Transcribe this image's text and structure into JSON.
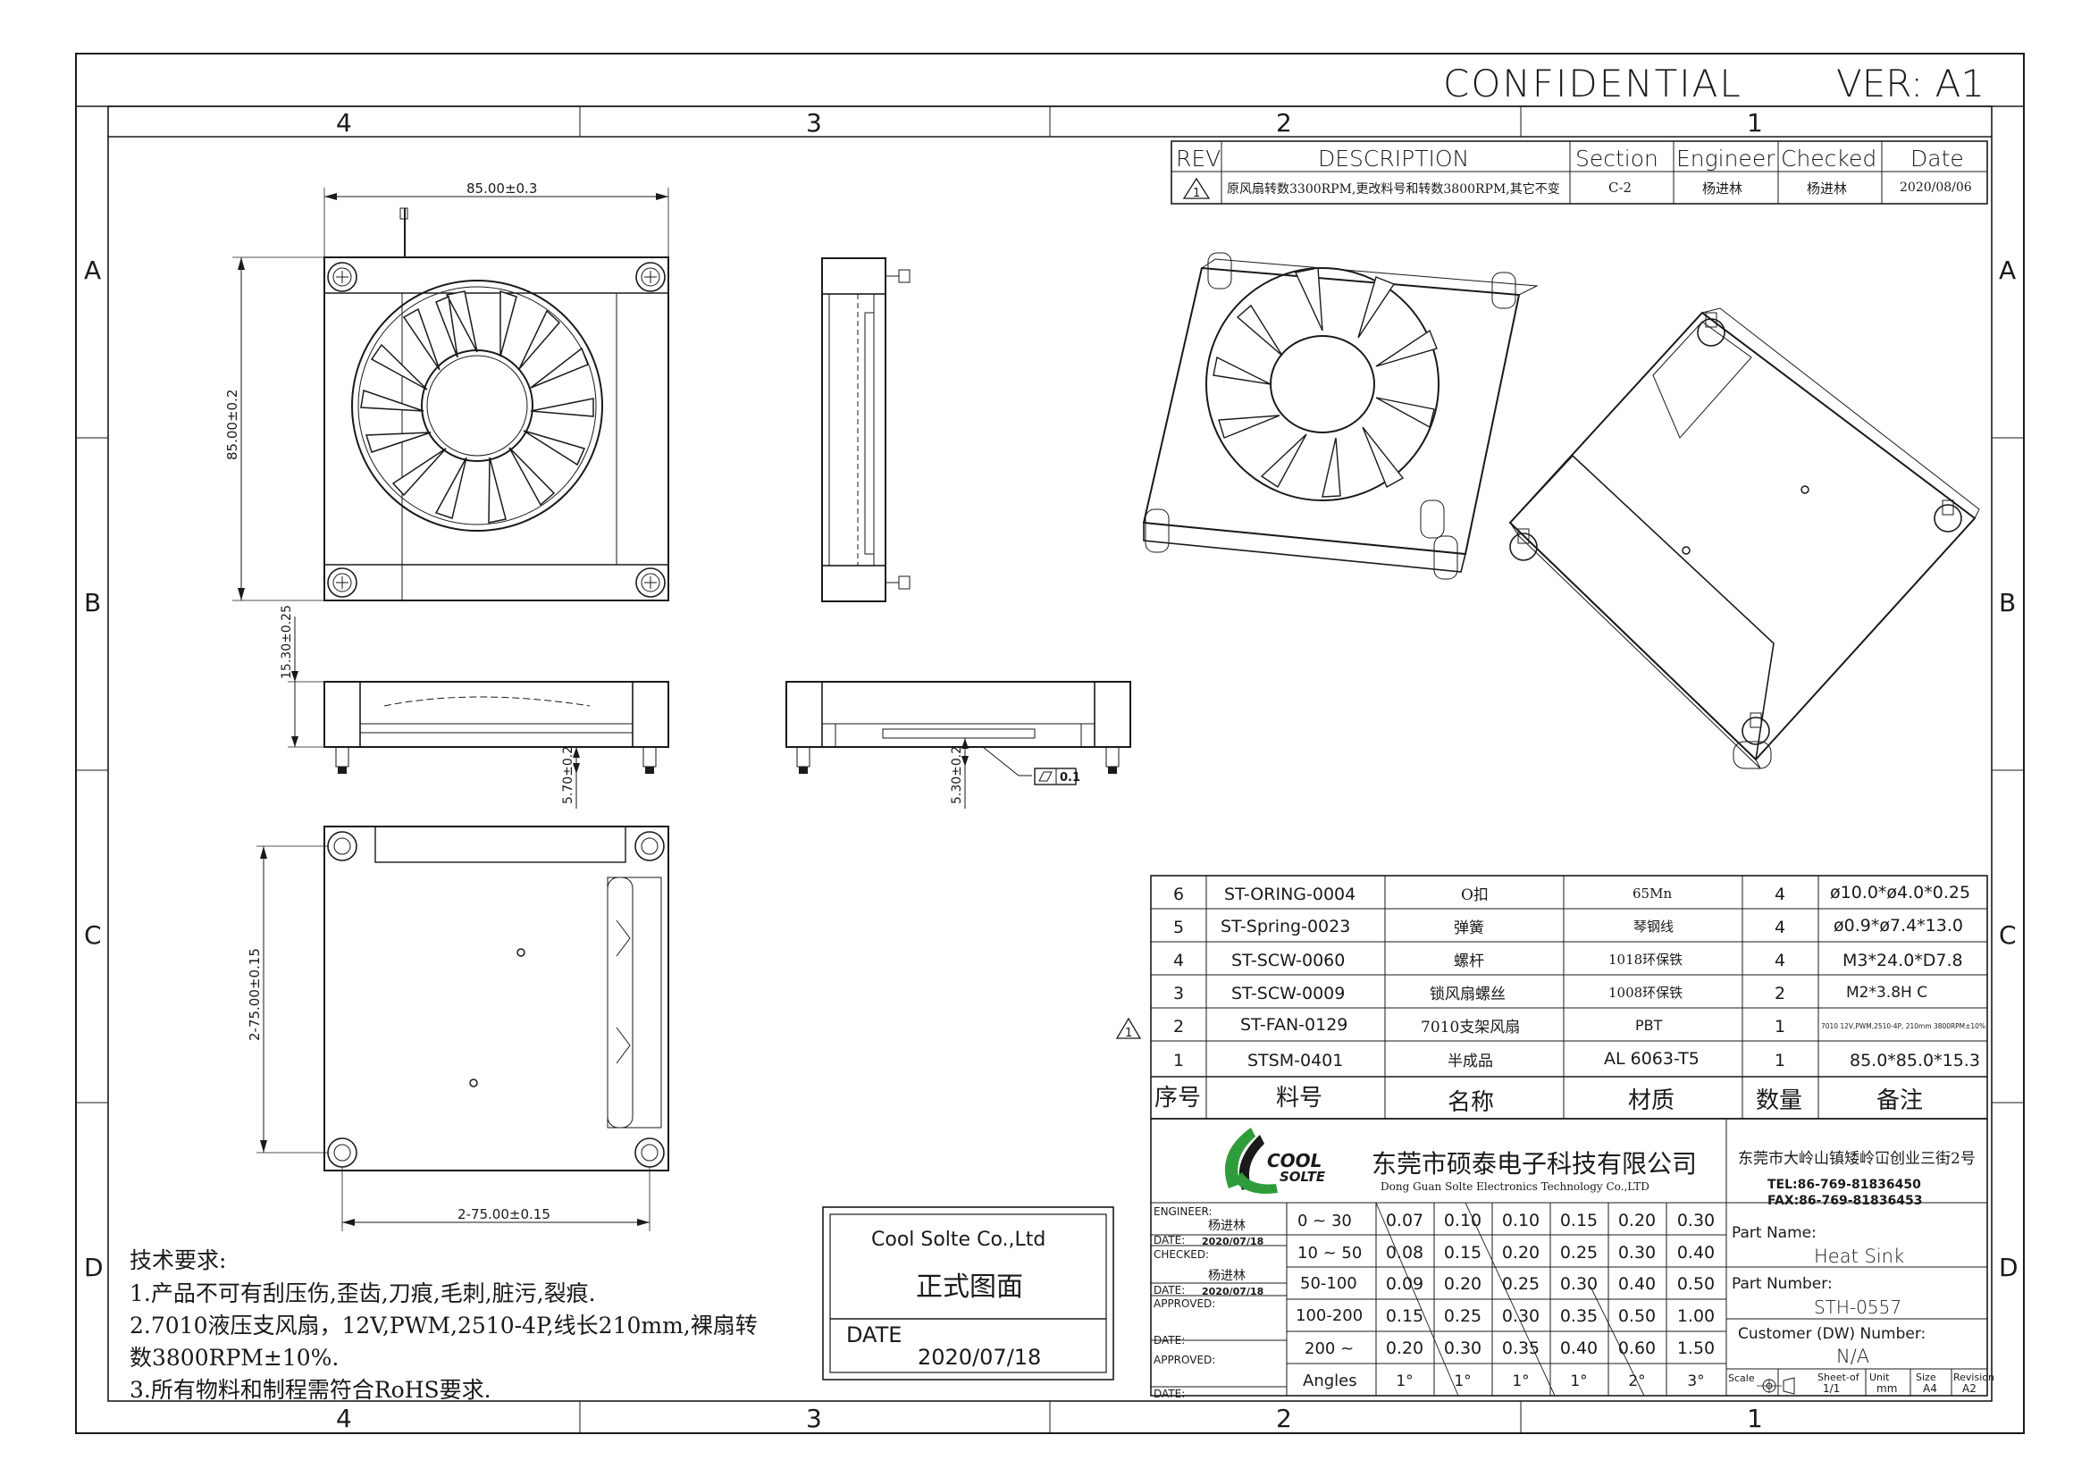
{
  "header": {
    "confidential": "CONFIDENTIAL",
    "version": "VER: A1"
  },
  "zones": {
    "cols_top": [
      "4",
      "3",
      "2",
      "1"
    ],
    "cols_bottom": [
      "4",
      "3",
      "2",
      "1"
    ],
    "rows": [
      "A",
      "B",
      "C",
      "D"
    ]
  },
  "rev_table": {
    "headers": [
      "REV",
      "DESCRIPTION",
      "Section",
      "Engineer",
      "Checked",
      "Date"
    ],
    "row": {
      "rev": "1",
      "description": "原风扇转数3300RPM,更改料号和转数3800RPM,其它不变",
      "section": "C-2",
      "engineer": "杨进林",
      "checked": "杨进林",
      "date": "2020/08/06"
    }
  },
  "dimensions": {
    "top_width": "85.00±0.3",
    "top_height": "85.00±0.2",
    "side_height": "15.30±0.25",
    "side_foot": "5.70±0.2",
    "side2_foot": "5.30±0.2",
    "flatness": "0.1",
    "bottom_hole_v": "2-75.00±0.15",
    "bottom_hole_h": "2-75.00±0.15"
  },
  "bom": {
    "rows": [
      {
        "no": "6",
        "part": "ST-ORING-0004",
        "name": "O扣",
        "material": "65Mn",
        "qty": "4",
        "note": "ø10.0*ø4.0*0.25"
      },
      {
        "no": "5",
        "part": "ST-Spring-0023",
        "name": "弹簧",
        "material": "琴钢线",
        "qty": "4",
        "note": "ø0.9*ø7.4*13.0"
      },
      {
        "no": "4",
        "part": "ST-SCW-0060",
        "name": "螺杆",
        "material": "1018环保铁",
        "qty": "4",
        "note": "M3*24.0*D7.8"
      },
      {
        "no": "3",
        "part": "ST-SCW-0009",
        "name": "锁风扇螺丝",
        "material": "1008环保铁",
        "qty": "2",
        "note": "M2*3.8H C"
      },
      {
        "no": "2",
        "part": "ST-FAN-0129",
        "name": "7010支架风扇",
        "material": "PBT",
        "qty": "1",
        "note": "7010 12V,PWM,2510-4P, 210mm 3800RPM±10%"
      },
      {
        "no": "1",
        "part": "STSM-0401",
        "name": "半成品",
        "material": "AL 6063-T5",
        "qty": "1",
        "note": "85.0*85.0*15.3"
      }
    ],
    "headers": {
      "no": "序号",
      "part": "料号",
      "name": "名称",
      "material": "材质",
      "qty": "数量",
      "note": "备注"
    }
  },
  "company": {
    "logo_top": "COOL",
    "logo_bottom": "SOLTE",
    "name_cn": "东莞市硕泰电子科技有限公司",
    "name_en": "Dong Guan Solte Electronics Technology Co.,LTD",
    "address": "东莞市大岭山镇矮岭冚创业三街2号",
    "tel": "TEL:86-769-81836450",
    "fax": "FAX:86-769-81836453"
  },
  "signoff": {
    "engineer_label": "ENGINEER:",
    "engineer": "杨进林",
    "date_label": "DATE:",
    "engineer_date": "2020/07/18",
    "checked_label": "CHECKED:",
    "checked": "杨进林",
    "checked_date": "2020/07/18",
    "approved_label": "APPROVED:"
  },
  "tolerance": {
    "ranges": [
      "0 ~ 30",
      "10 ~ 50",
      "50-100",
      "100-200",
      "200 ~"
    ],
    "grid": [
      [
        "0.07",
        "0.10",
        "0.10",
        "0.15",
        "0.20",
        "0.30"
      ],
      [
        "0.08",
        "0.15",
        "0.20",
        "0.25",
        "0.30",
        "0.40"
      ],
      [
        "0.09",
        "0.20",
        "0.25",
        "0.30",
        "0.40",
        "0.50"
      ],
      [
        "0.15",
        "0.25",
        "0.30",
        "0.35",
        "0.50",
        "1.00"
      ],
      [
        "0.20",
        "0.30",
        "0.35",
        "0.40",
        "0.60",
        "1.50"
      ]
    ],
    "angles_label": "Angles",
    "angles": [
      "1°",
      "1°",
      "1°",
      "1°",
      "2°",
      "3°"
    ]
  },
  "part_info": {
    "part_name_label": "Part Name:",
    "part_name": "Heat Sink",
    "part_number_label": "Part Number:",
    "part_number": "STH-0557",
    "customer_label": "Customer (DW) Number:",
    "customer": "N/A",
    "scale_label": "Scale",
    "sheet_label": "Sheet-of",
    "sheet": "1/1",
    "unit_label": "Unit",
    "unit": "mm",
    "size_label": "Size",
    "size": "A4",
    "revision_label": "Revision",
    "revision": "A2"
  },
  "stamp": {
    "company": "Cool Solte  Co.,Ltd",
    "title": "正式图面",
    "date_label": "DATE",
    "date": "2020/07/18"
  },
  "notes": {
    "title": "技术要求:",
    "lines": [
      "1.产品不可有刮压伤,歪齿,刀痕,毛刺,脏污,裂痕.",
      "2.7010液压支风扇，12V,PWM,2510-4P,线长210mm,裸扇转",
      "数3800RPM±10%.",
      "3.所有物料和制程需符合RoHS要求."
    ]
  }
}
